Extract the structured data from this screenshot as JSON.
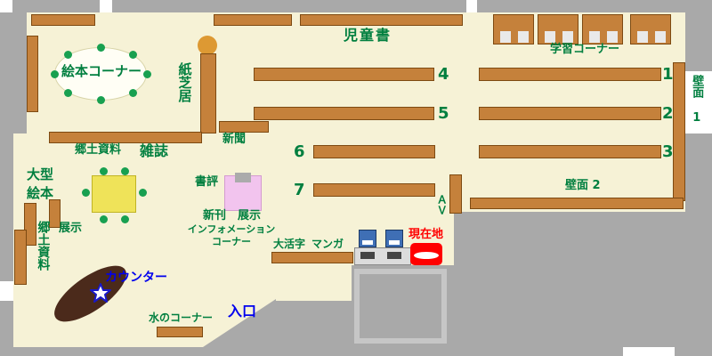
{
  "colors": {
    "wall": "#a9a9a9",
    "floor": "#f6f2d6",
    "shelf": "#c5813b",
    "shelf_border": "#7d4a12",
    "green": "#007f3f",
    "blue": "#0000ee",
    "red": "#ff0000",
    "chair_green": "#18a050",
    "pink": "#f2c4ee",
    "table_yellow": "#efe359",
    "counter_brown": "#4b2a1b",
    "stool_orange": "#dd9933"
  },
  "labels": {
    "picture_book_corner": "絵本コーナー",
    "kamishibai": "紙芝居",
    "newspaper": "新聞",
    "childrens_books": "児童書",
    "study_corner": "学習コーナー",
    "wall_1": "壁面 1",
    "wall_2": "壁面 2",
    "local_materials_top": "郷土資料",
    "magazines": "雑誌",
    "large_picture_books_line1": "大型",
    "large_picture_books_line2": "絵本",
    "book_reviews": "書評",
    "new_books_display": "新刊　展示",
    "information_line1": "インフォメーション",
    "information_line2": "コーナー",
    "display": "展示",
    "local_materials_left": "郷土資料",
    "counter": "カウンター",
    "water_corner": "水のコーナー",
    "entrance": "入口",
    "large_print": "大活字",
    "manga": "マンガ",
    "current_location": "現在地",
    "av": "ＡＶ"
  },
  "shelf_numbers": {
    "n1": "1",
    "n2": "2",
    "n3": "3",
    "n4": "4",
    "n5": "5",
    "n6": "6",
    "n7": "7"
  }
}
